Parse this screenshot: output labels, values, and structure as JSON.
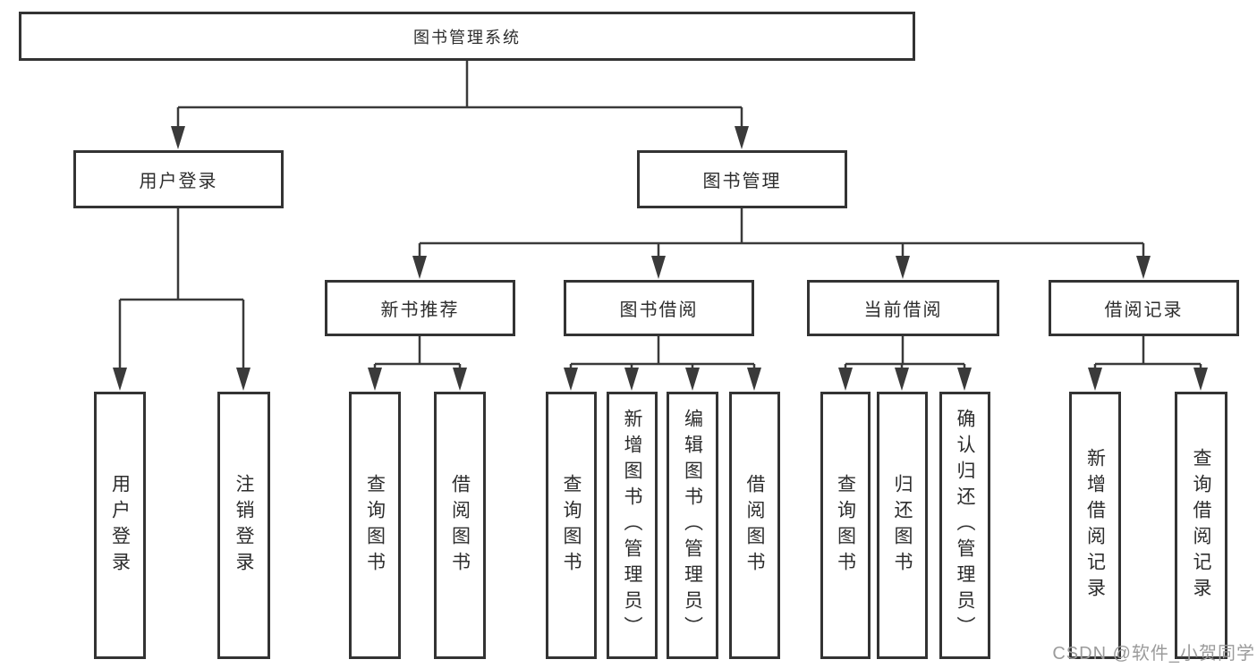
{
  "tree": {
    "label": "图书管理系统",
    "children": [
      {
        "label": "用户登录",
        "children": [
          {
            "label": "用户登录"
          },
          {
            "label": "注销登录"
          }
        ]
      },
      {
        "label": "图书管理",
        "children": [
          {
            "label": "新书推荐",
            "children": [
              {
                "label": "查询图书"
              },
              {
                "label": "借阅图书"
              }
            ]
          },
          {
            "label": "图书借阅",
            "children": [
              {
                "label": "查询图书"
              },
              {
                "label": "新增图书（管理员）"
              },
              {
                "label": "编辑图书（管理员）"
              },
              {
                "label": "借阅图书"
              }
            ]
          },
          {
            "label": "当前借阅",
            "children": [
              {
                "label": "查询图书"
              },
              {
                "label": "归还图书"
              },
              {
                "label": "确认归还（管理员）"
              }
            ]
          },
          {
            "label": "借阅记录",
            "children": [
              {
                "label": "新增借阅记录"
              },
              {
                "label": "查询借阅记录"
              }
            ]
          }
        ]
      }
    ]
  },
  "watermark": {
    "text": "CSDN @软件_小贺同学"
  },
  "colors": {
    "line": "#3a3a3a",
    "box_border": "#333333",
    "text": "#2d2d2d",
    "watermark_text": "#9b9b9b",
    "background": "#ffffff"
  }
}
